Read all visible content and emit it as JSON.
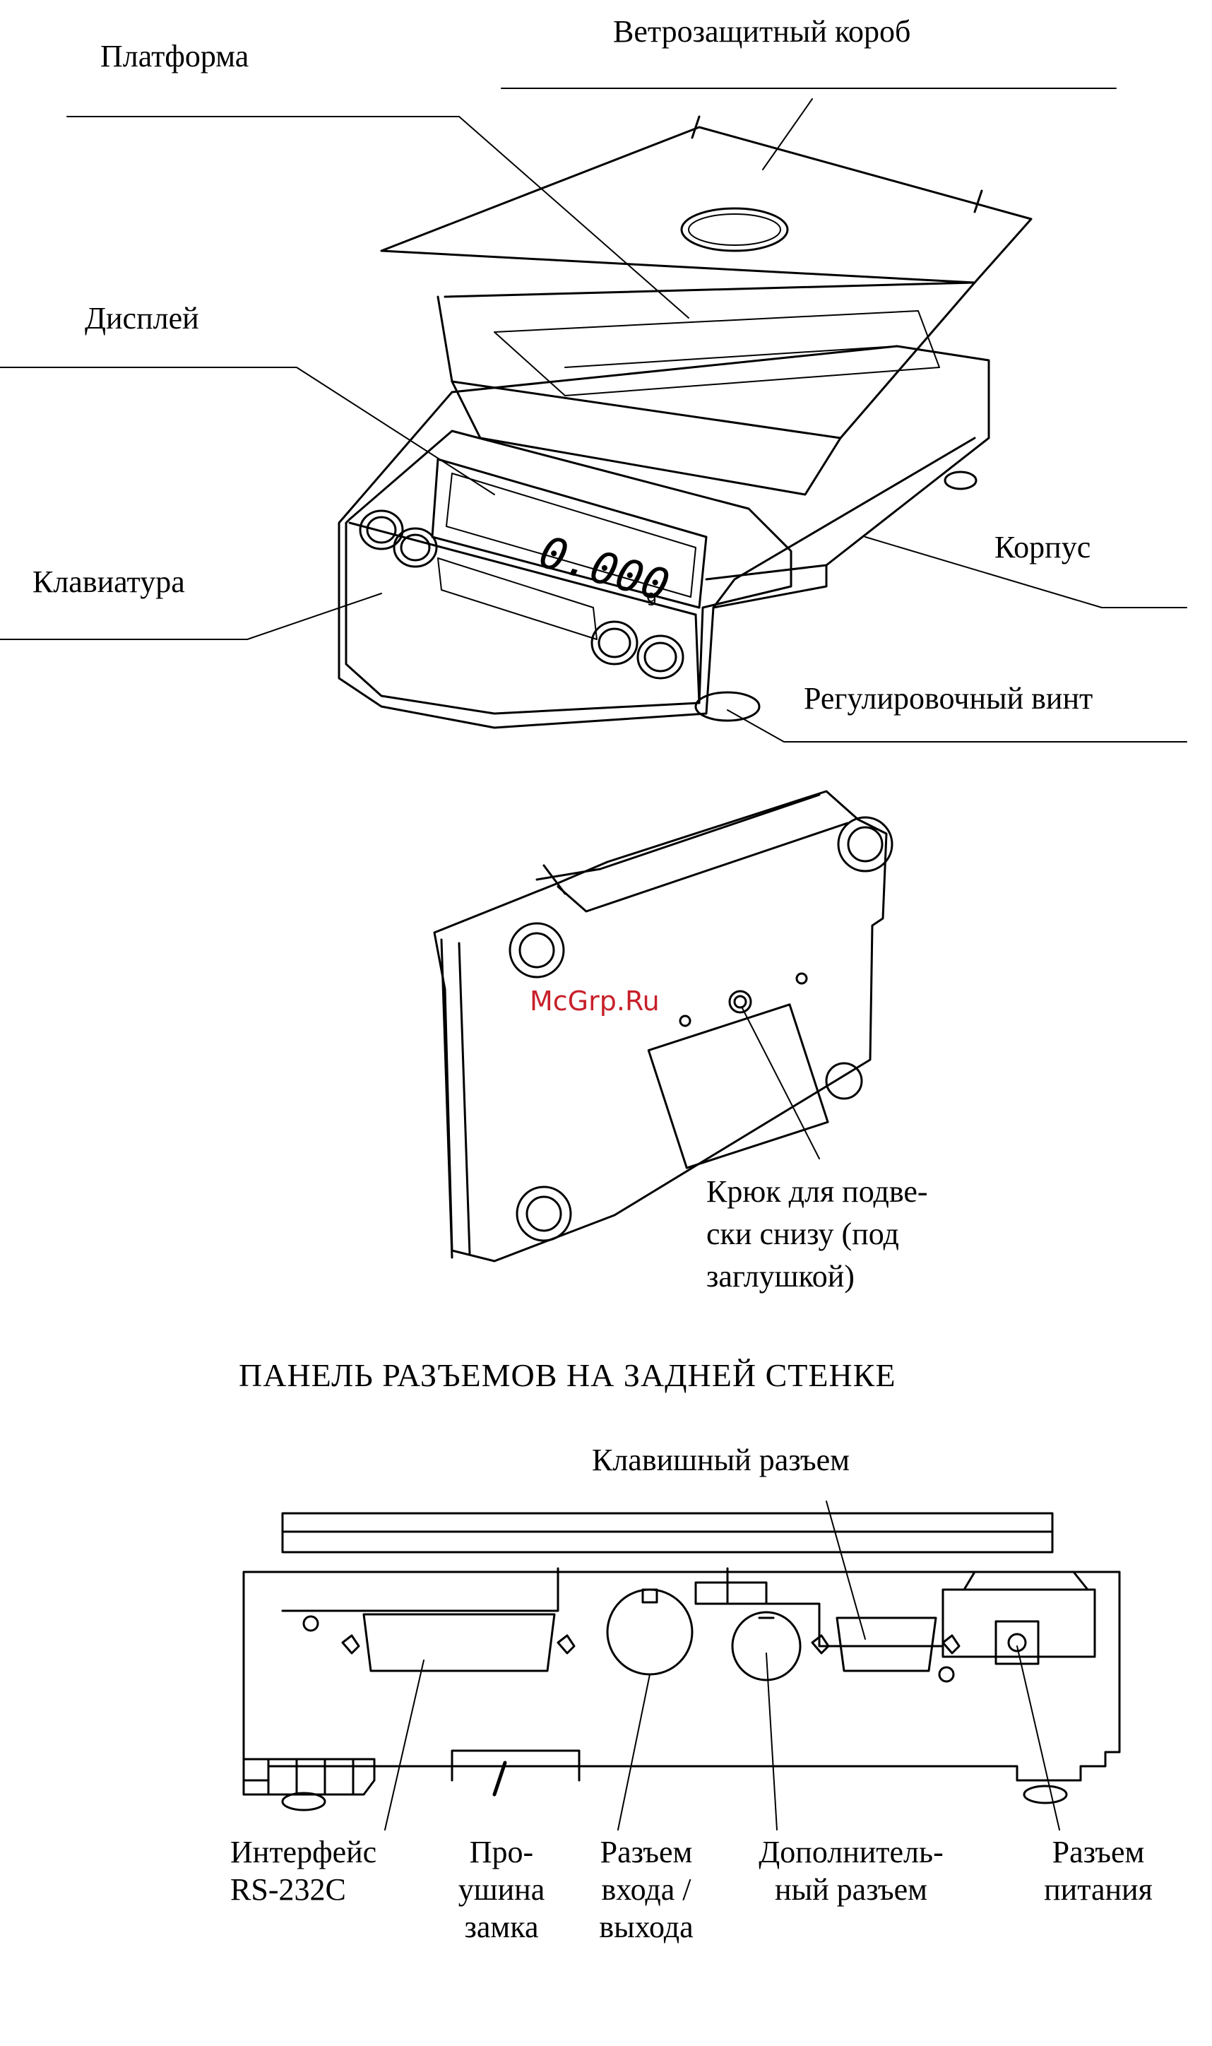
{
  "top_figure": {
    "labels": {
      "platform": "Платформа",
      "windshield": "Ветрозащитный короб",
      "display": "Дисплей",
      "keypad": "Клавиатура",
      "housing": "Корпус",
      "leveling_screw": "Регулировочный винт"
    },
    "display_reading": "0.000",
    "display_unit": "g"
  },
  "middle_figure": {
    "watermark": "McGrp.Ru",
    "hook_label": [
      "Крюк для подве-",
      "ски снизу (под",
      "заглушкой)"
    ]
  },
  "bottom_figure": {
    "title": "ПАНЕЛЬ РАЗЪЕМОВ НА ЗАДНЕЙ СТЕНКЕ",
    "key_connector": "Клавишный разъем",
    "rs232": [
      "Интерфейс",
      "RS-232C"
    ],
    "lock_eyelet": [
      "Про-",
      "ушина",
      "замка"
    ],
    "io_connector": [
      "Разъем",
      "входа /",
      "выхода"
    ],
    "aux_connector": [
      "Дополнитель-",
      "ный разъем"
    ],
    "power_connector": [
      "Разъем",
      "питания"
    ]
  }
}
